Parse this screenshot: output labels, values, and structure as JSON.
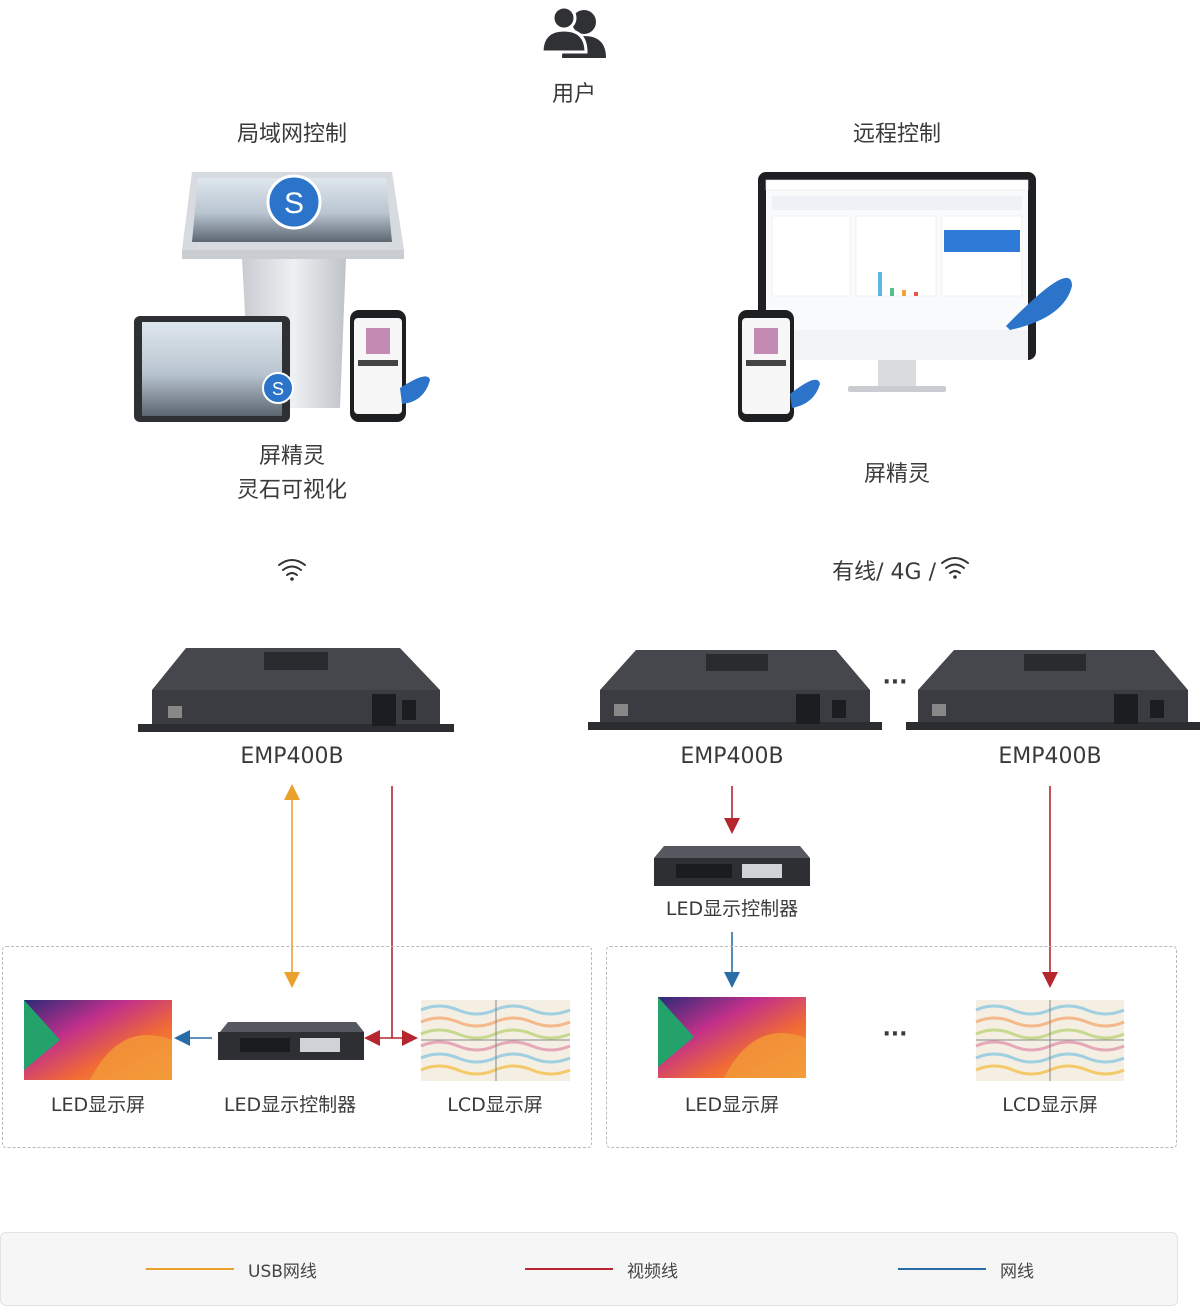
{
  "user": {
    "label": "用户",
    "icon": "users-icon"
  },
  "left_column": {
    "title": "局域网控制",
    "app_labels": [
      "屏精灵",
      "灵石可视化"
    ],
    "connection_icon": "wifi-icon"
  },
  "right_column": {
    "title": "远程控制",
    "app_labels": [
      "屏精灵"
    ],
    "connection_text": "有线/ 4G /",
    "connection_icon": "wifi-icon"
  },
  "players": {
    "left": "EMP400B",
    "middle": "EMP400B",
    "right": "EMP400B",
    "ellipsis": "···"
  },
  "left_group": {
    "led_screen": "LED显示屏",
    "controller": "LED显示控制器",
    "lcd_screen": "LCD显示屏"
  },
  "right_group": {
    "controller": "LED显示控制器",
    "led_screen": "LED显示屏",
    "lcd_screen": "LCD显示屏",
    "ellipsis": "···"
  },
  "legend": [
    {
      "label": "USB网线",
      "color": "#e9a12c"
    },
    {
      "label": "视频线",
      "color": "#b5262f"
    },
    {
      "label": "网线",
      "color": "#2a6ca8"
    }
  ],
  "colors": {
    "usb": "#e9a12c",
    "video": "#b5262f",
    "network": "#2a6ca8"
  }
}
